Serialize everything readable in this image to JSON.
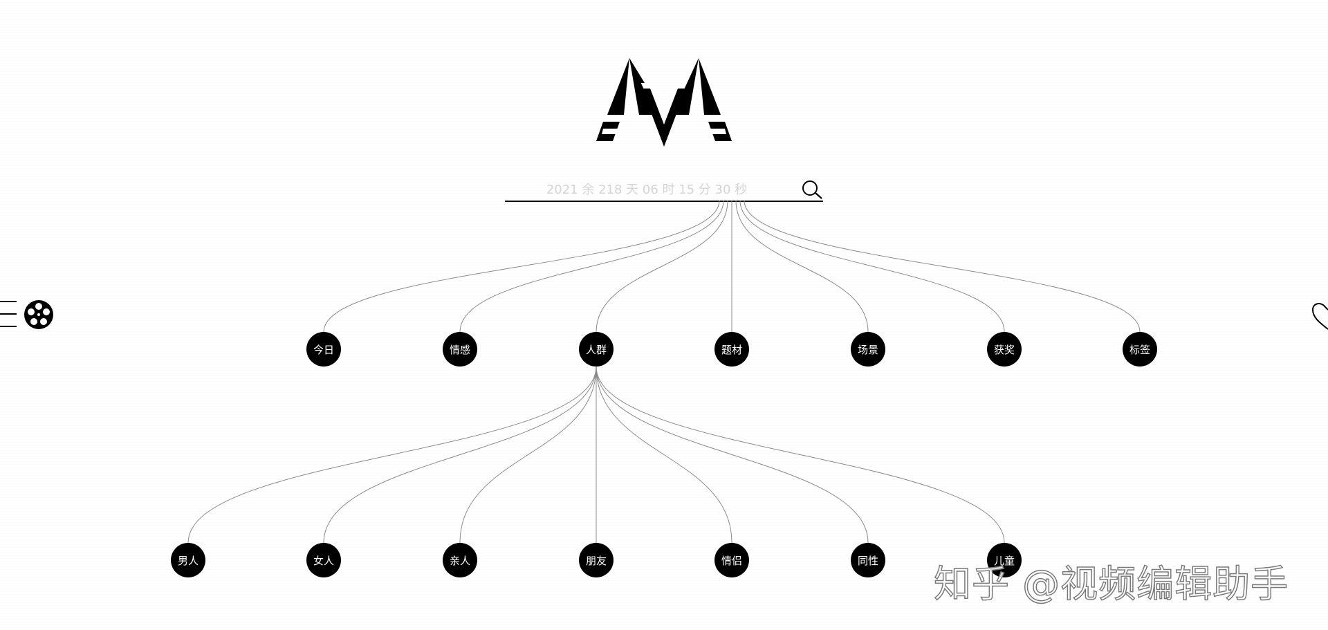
{
  "logo": {
    "icon": "mountain-m-logo-icon"
  },
  "search": {
    "placeholder": "2021 余 218 天 06 时 15 分 30 秒",
    "value": "",
    "icon": "search-icon"
  },
  "side_left": {
    "icons": [
      "menu-icon",
      "film-reel-icon"
    ]
  },
  "side_right": {
    "icons": [
      "heart-icon"
    ]
  },
  "categories": [
    {
      "label": "今日"
    },
    {
      "label": "情感"
    },
    {
      "label": "人群",
      "expanded": true
    },
    {
      "label": "题材"
    },
    {
      "label": "场景"
    },
    {
      "label": "获奖"
    },
    {
      "label": "标签"
    }
  ],
  "subcategories": {
    "parent": "人群",
    "items": [
      {
        "label": "男人"
      },
      {
        "label": "女人"
      },
      {
        "label": "亲人"
      },
      {
        "label": "朋友"
      },
      {
        "label": "情侣"
      },
      {
        "label": "同性"
      },
      {
        "label": "儿童"
      }
    ]
  },
  "watermark": {
    "text": "知乎 @视频编辑助手"
  },
  "colors": {
    "background": "#ffffff",
    "node_fill": "#000000",
    "node_text": "#ffffff",
    "link_stroke": "#8a8a8a",
    "placeholder": "#d4d4d4"
  }
}
